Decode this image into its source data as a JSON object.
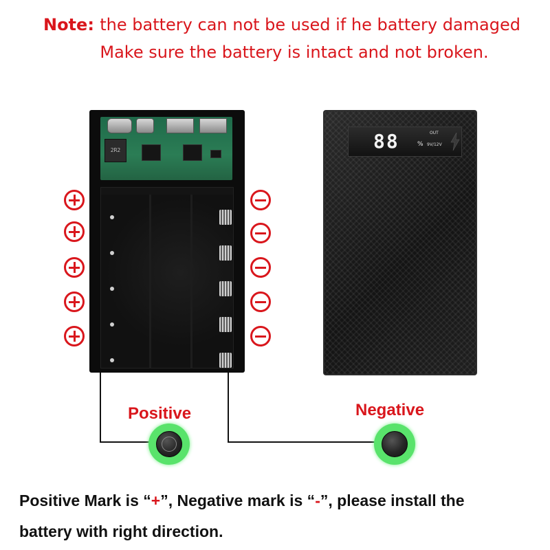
{
  "note": {
    "label": "Note",
    "sep": ": ",
    "line1": "the battery can not be used if he battery damaged",
    "line2": "Make sure the battery is intact and not broken."
  },
  "board": {
    "inductor_text": "2R2"
  },
  "lcd": {
    "digits": "88",
    "percent": "%",
    "out": "OUT",
    "voltage": "9V/12V"
  },
  "labels": {
    "positive": "Positive",
    "negative": "Negative"
  },
  "footer": {
    "part1": "Positive Mark is “",
    "plus": "+",
    "part2": "”, Negative mark is “",
    "minus": "-",
    "part3": "”, please install the",
    "line2": "battery with right direction."
  },
  "colors": {
    "accent": "#d9161c",
    "terminal": "#59e36b"
  },
  "slots": 5
}
